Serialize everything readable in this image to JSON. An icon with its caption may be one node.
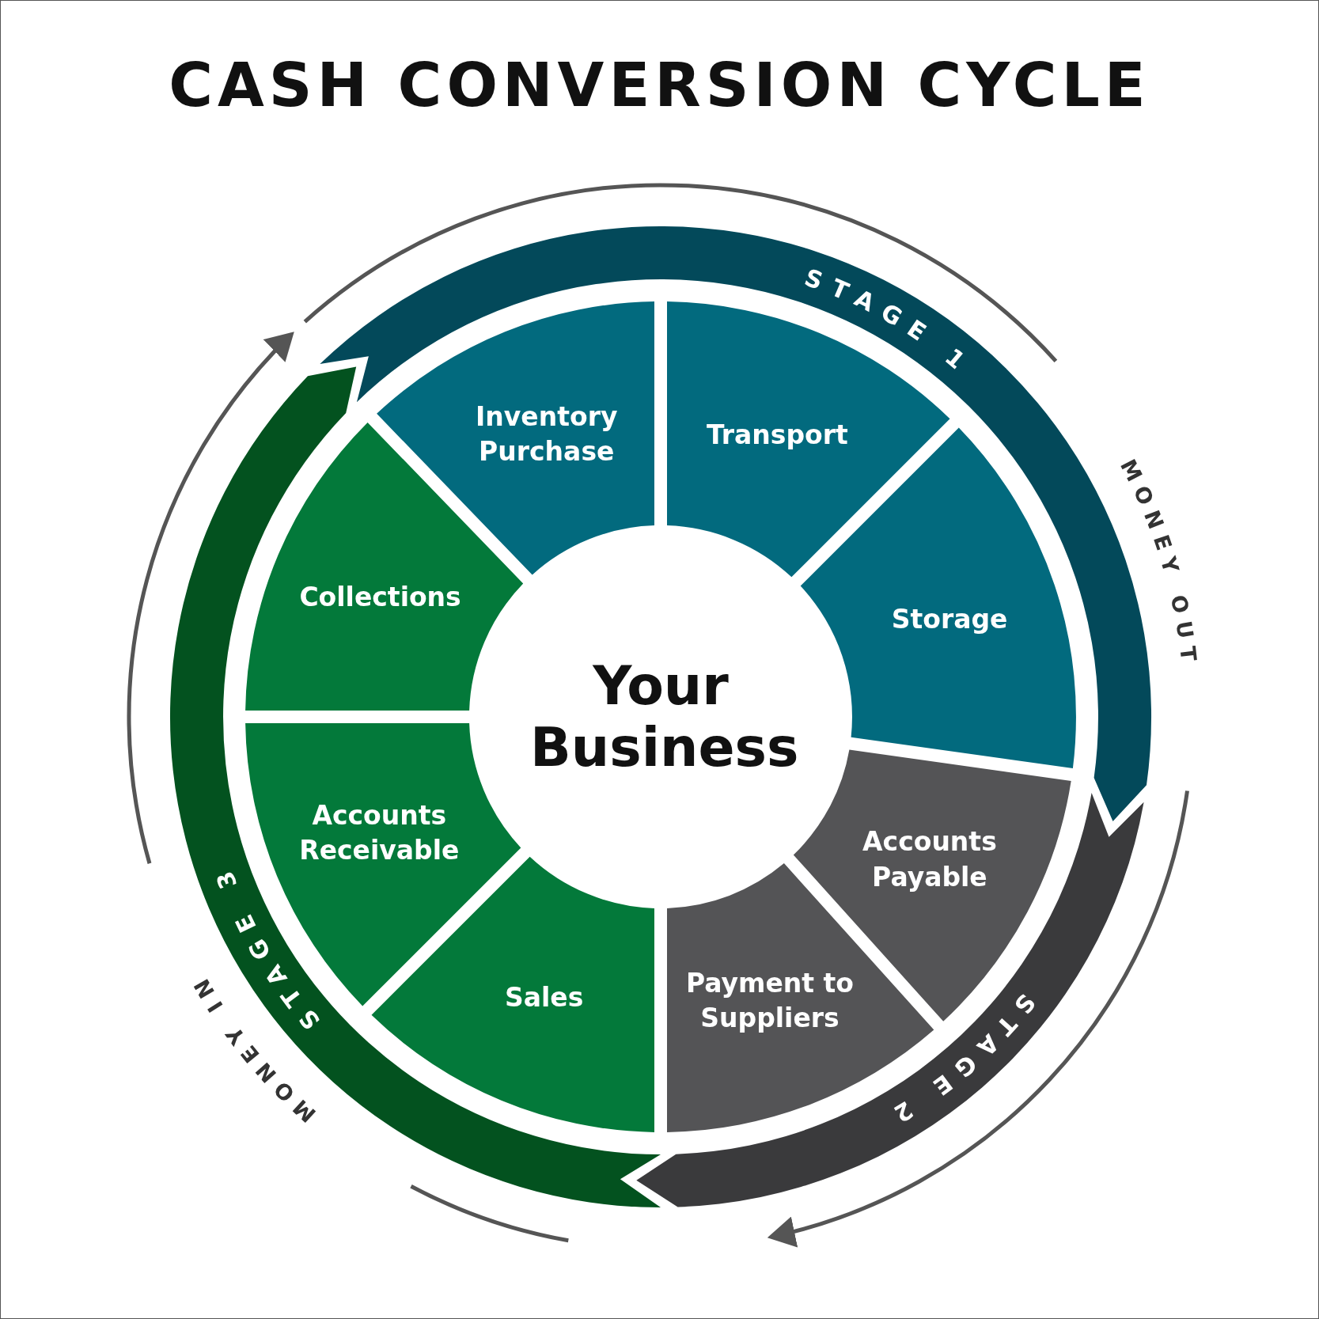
{
  "diagram": {
    "title": "CASH CONVERSION CYCLE",
    "nodes": [
      {
        "text": [
          "Your Business"
        ]
      },
      {
        "text": [
          "STAGE 1"
        ]
      },
      {
        "text": [
          "Inventory Purchase"
        ]
      },
      {
        "text": [
          "Transport"
        ]
      },
      {
        "text": [
          "Storage"
        ]
      },
      {
        "text": [
          "STAGE 2"
        ]
      },
      {
        "text": [
          "Accounts Payable"
        ]
      },
      {
        "text": [
          "Payment to Suppliers"
        ]
      },
      {
        "text": [
          "STAGE 3"
        ]
      },
      {
        "text": [
          "Sales"
        ]
      },
      {
        "text": [
          "Accounts Receivable"
        ]
      },
      {
        "text": [
          "Collections"
        ]
      }
    ],
    "labels": [
      "MONEY OUT",
      "MONEY IN"
    ]
  }
}
